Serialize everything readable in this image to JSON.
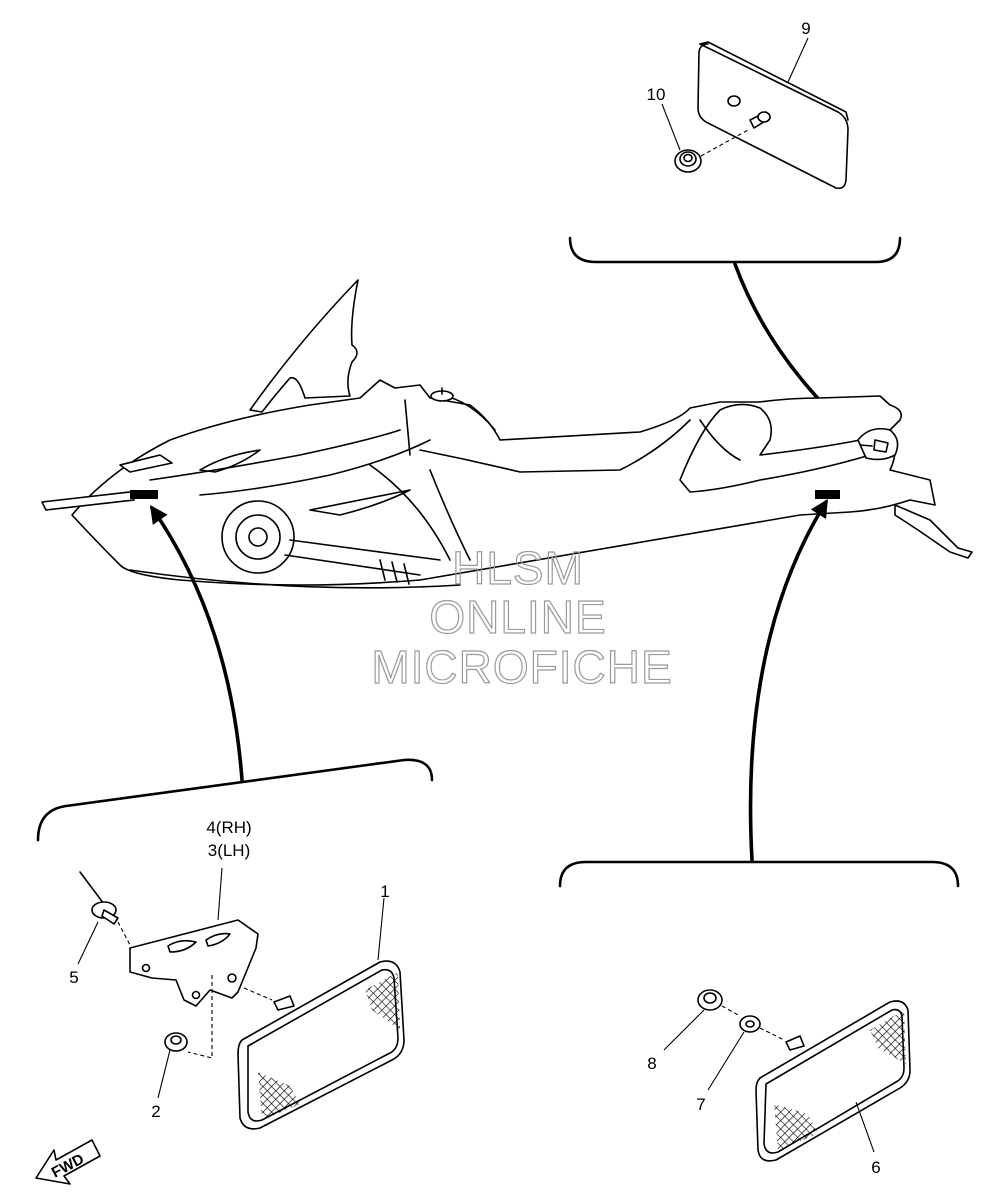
{
  "watermark": {
    "line1": "HLSM",
    "line2": "ONLINE",
    "line3": "MICROFICHE"
  },
  "fwd_label": "FWD",
  "callouts": {
    "c1": "1",
    "c2": "2",
    "c3": "3(LH)",
    "c4": "4(RH)",
    "c5": "5",
    "c6": "6",
    "c7": "7",
    "c8": "8",
    "c9": "9",
    "c10": "10"
  }
}
